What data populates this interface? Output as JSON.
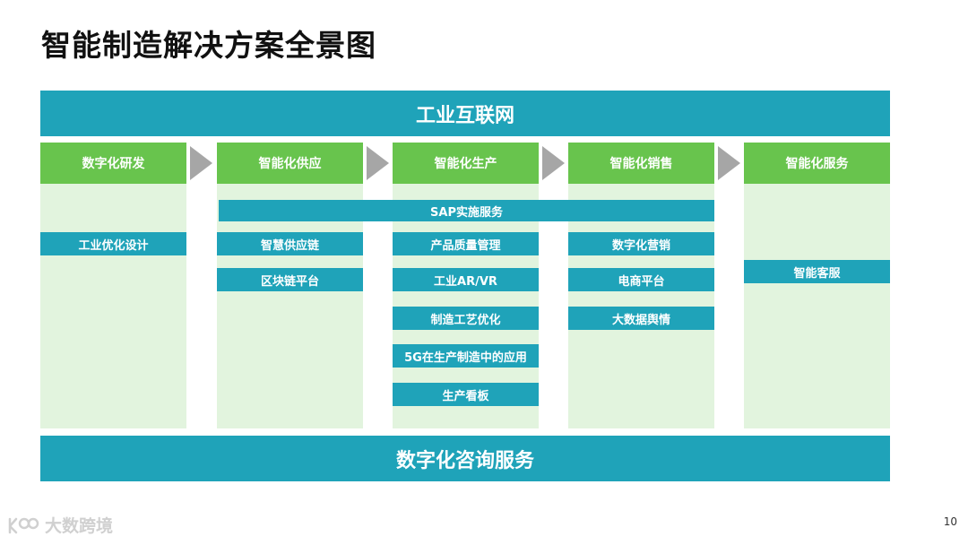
{
  "title": "智能制造解决方案全景图",
  "top_band": "工业互联网",
  "bottom_band": "数字化咨询服务",
  "sap_bar": "SAP实施服务",
  "columns": [
    {
      "header": "数字化研发",
      "items": [
        "工业优化设计"
      ]
    },
    {
      "header": "智能化供应",
      "items": [
        "智慧供应链",
        "区块链平台"
      ]
    },
    {
      "header": "智能化生产",
      "items": [
        "产品质量管理",
        "工业AR/VR",
        "制造工艺优化",
        "5G在生产制造中的应用",
        "生产看板"
      ]
    },
    {
      "header": "智能化销售",
      "items": [
        "数字化营销",
        "电商平台",
        "大数据舆情"
      ]
    },
    {
      "header": "智能化服务",
      "items": [
        "智能客服"
      ]
    }
  ],
  "colors": {
    "teal": "#1fa3b9",
    "green": "#68c44d",
    "light_green": "#e2f4de",
    "arrow_gray": "#a6a6a6"
  },
  "watermark": {
    "logo_icon": "kk-logo-icon",
    "text": "大数跨境"
  },
  "page_number": "10"
}
